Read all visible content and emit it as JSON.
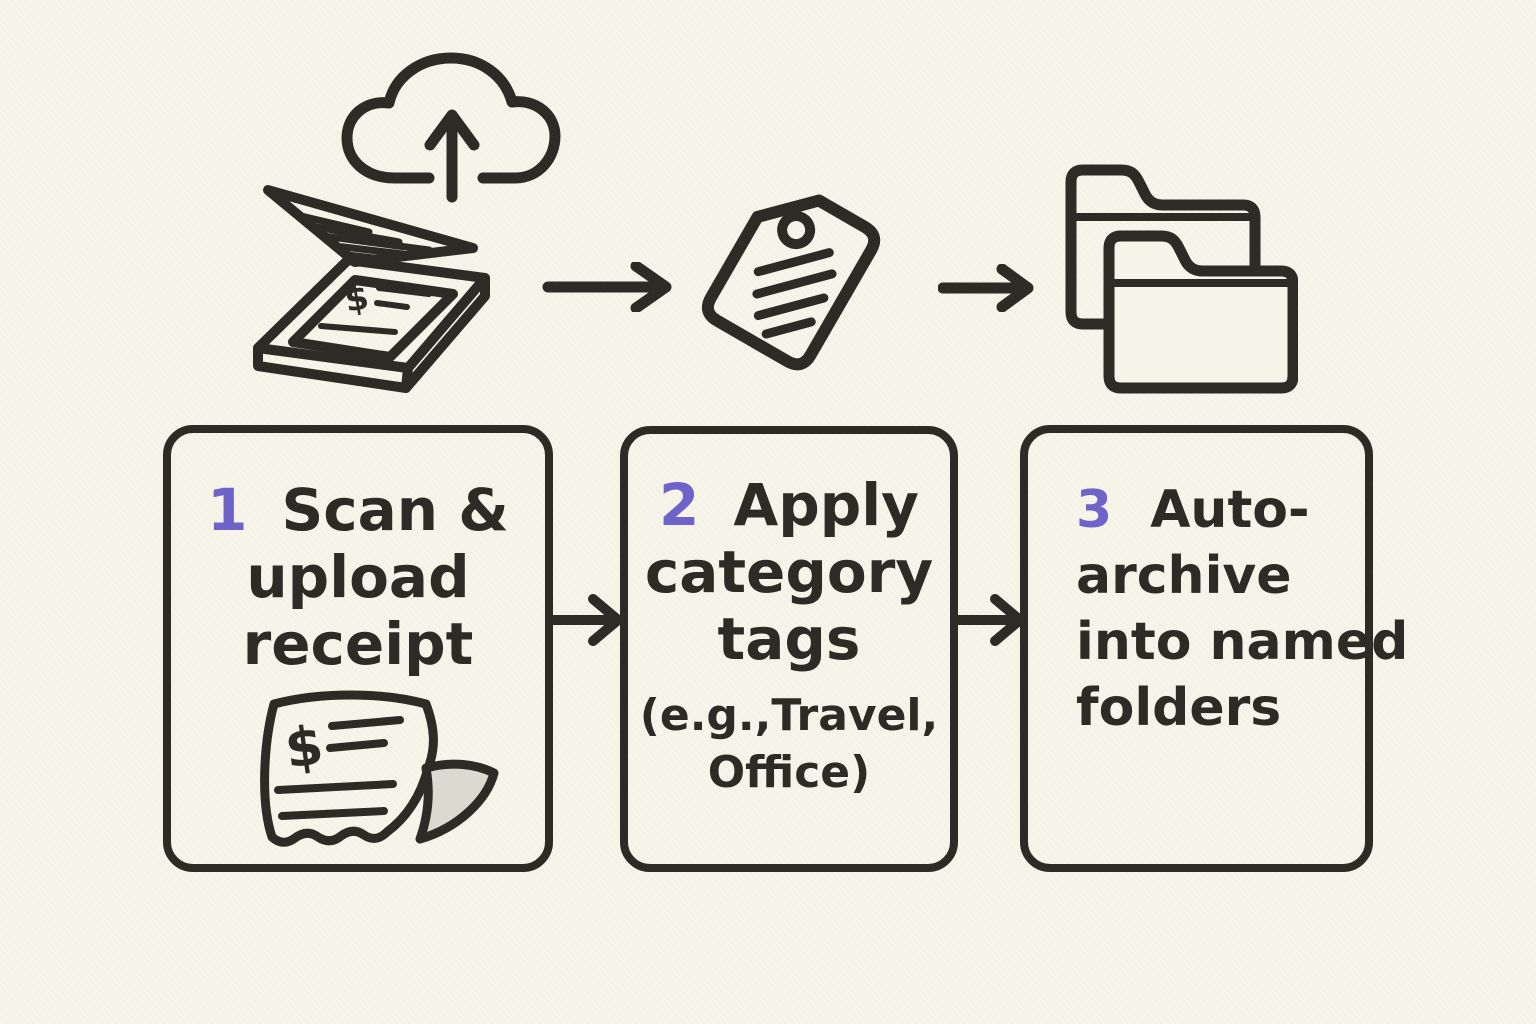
{
  "title_hint": "Receipt workflow diagram",
  "colors": {
    "background": "#f7f4ea",
    "ink": "#2e2b27",
    "accent": "#6e63c9",
    "shade": "#dcd9d0"
  },
  "icons": {
    "top_row": [
      "scanner-cloud-upload",
      "price-tag",
      "stacked-folders"
    ],
    "connector": "arrow-right",
    "step1_icon": "dollar-receipt"
  },
  "symbols": {
    "scanner_dollar": "$",
    "receipt_dollar": "$"
  },
  "steps": [
    {
      "number": "1",
      "line1": "Scan &",
      "lines": [
        "upload",
        "receipt"
      ]
    },
    {
      "number": "2",
      "line1": "Apply",
      "lines": [
        "category",
        "tags"
      ],
      "note": [
        "(e.g.,Travel,",
        "Office)"
      ]
    },
    {
      "number": "3",
      "line1": "Auto-",
      "lines": [
        "archive",
        "into named",
        "folders"
      ]
    }
  ]
}
